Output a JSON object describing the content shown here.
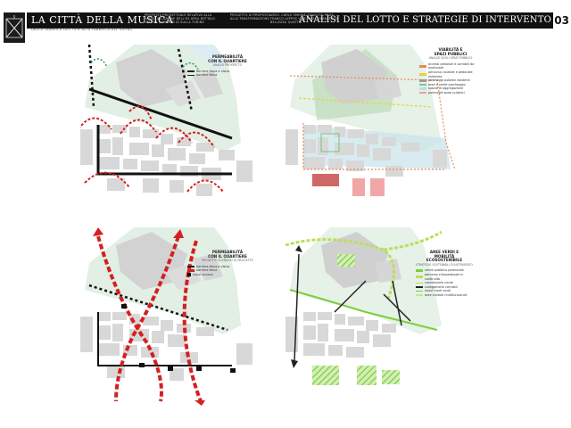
{
  "header": {
    "title": "LA CITTÀ DELLA MUSICA",
    "subtitle": "DALLA FABBRICA DEL FILM ALLA FABBRICA DEL SUONO",
    "col1": "PROPOSTA PROGETTUALE RELATIVA ALLA RIQUALIFICAZIONE DELL'EX AREA BOTTALO SULL'EX PIE RIVER DI SULLA TORINO",
    "col2": "PROGETTO DI PROPOSTA ALLA TRASFORMAZIONE",
    "col3": "ARCH. CARLO SIMONE ZANCOTTI PROF. FRANCO LUPPOS VICE. PROF. FRANCESCO BELLEZZA QUATTRI",
    "section": "ANALISI DEL LOTTO E STRATEGIE DI INTERVENTO",
    "page": "03"
  },
  "panels": {
    "p1": {
      "title": "PERMEABILITÀ",
      "title2": "CON IL QUARTIERE",
      "sub": "ANALISI PROSPETTO",
      "items": [
        {
          "label": "barriera fisica e visiva",
          "color": "#222"
        },
        {
          "label": "barriera fisica",
          "color": "#222"
        }
      ]
    },
    "p2": {
      "title": "VIABILITÀ E",
      "title2": "SPAZI PUBBLICI",
      "sub": "ANALISI SUGLI SPAZI PUBBLICI",
      "items": [
        {
          "label": "accessi pedonali e carrabili da analizzare",
          "color": "#e88a55"
        },
        {
          "label": "percorso ciclabile e pedonale esistente",
          "color": "#e8d23a"
        },
        {
          "label": "parcheggi pubblici esistenti",
          "color": "#9b9b9b"
        },
        {
          "label": "aree a verde parcheggio",
          "color": "#8fbf8f"
        },
        {
          "label": "spazio di aggregazione",
          "color": "#b9dfe8"
        },
        {
          "label": "potenziali spazi pubblici",
          "color": "#f0a0a0"
        }
      ]
    },
    "p3": {
      "title": "PERMEABILITÀ",
      "title2": "CON IL QUARTIERE",
      "sub": "PROGETTO SCENARIO DI PROGETTO",
      "items": [
        {
          "label": "barriera fisica e visiva",
          "color": "#222"
        },
        {
          "label": "barriera fisica",
          "color": "#d42020"
        },
        {
          "label": "nuovi accessi",
          "color": "#111"
        }
      ]
    },
    "p4": {
      "title": "AREE VERDI E",
      "title2": "MOBILITÀ ECOSOSTENIBILE",
      "sub": "STRATEGIE SOSTENIBILI DI INTERVENTO",
      "items": [
        {
          "label": "verde pubblico potenziale",
          "color": "#7ccf3a"
        },
        {
          "label": "percorso ciclopedonale in continuità",
          "color": "#b8e05a"
        },
        {
          "label": "connessione verde",
          "color": "#b8e05a"
        },
        {
          "label": "collegamenti carrabili",
          "color": "#222"
        },
        {
          "label": "nuovi fronti verdi",
          "color": "#7ccf3a"
        },
        {
          "label": "aree ciclabili multifunzionali",
          "color": "#c2e88a"
        }
      ]
    }
  }
}
